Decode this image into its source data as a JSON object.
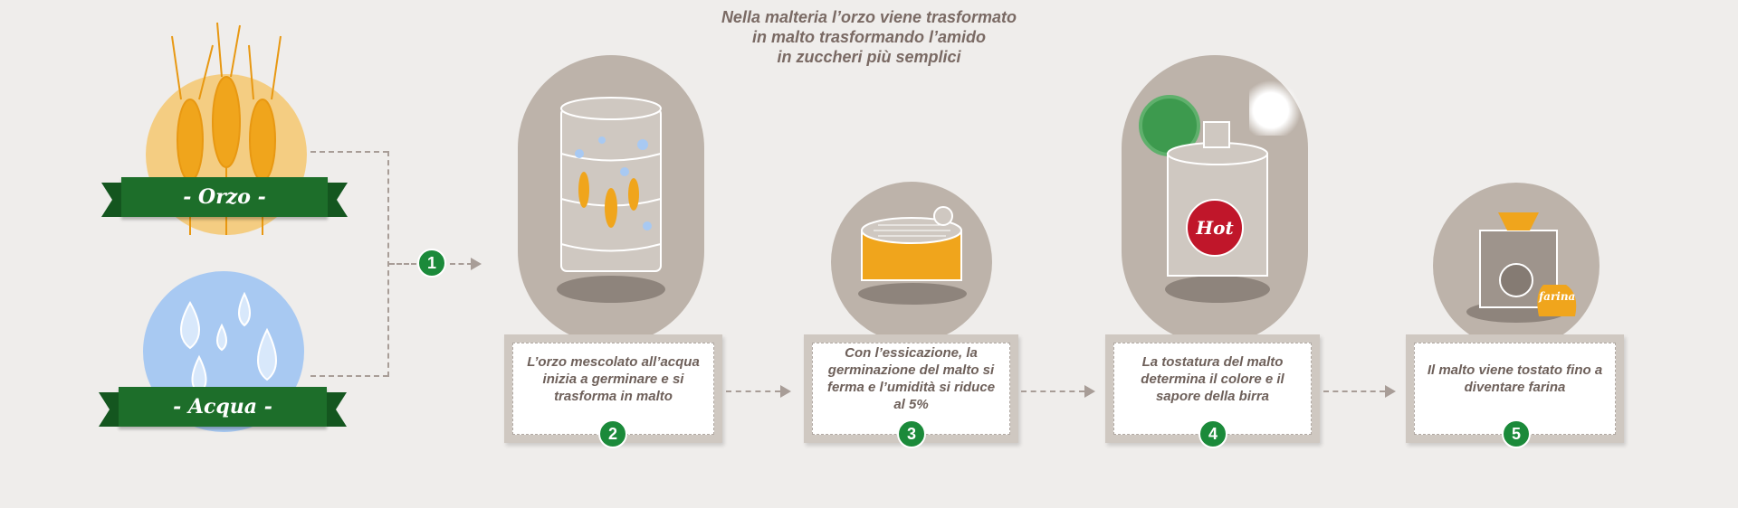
{
  "title": {
    "lines": [
      "Nella malteria l’orzo viene trasformato",
      "in malto trasformando l’amido",
      "in zuccheri più semplici"
    ]
  },
  "ingredients": [
    {
      "label": "- Orzo -"
    },
    {
      "label": "- Acqua -"
    }
  ],
  "steps": [
    {
      "number": "1"
    },
    {
      "number": "2",
      "text": "L’orzo mescolato all’acqua inizia a germinare e si trasforma in malto"
    },
    {
      "number": "3",
      "text": "Con l’essicazione, la germinazione del malto si ferma e l’umidità si riduce al 5%"
    },
    {
      "number": "4",
      "text": "La tostatura del malto determina il colore e il sapore della birra",
      "badge": "Hot"
    },
    {
      "number": "5",
      "text": "Il malto viene tostato fino a diventare farina",
      "bag_label": "farina"
    }
  ],
  "colors": {
    "green": "#1b8a3a",
    "banner": "#1d6e2a",
    "barley": "#f0a51c",
    "water": "#a8c9f2",
    "pill": "#bdb3aa",
    "hot": "#c0162a"
  }
}
